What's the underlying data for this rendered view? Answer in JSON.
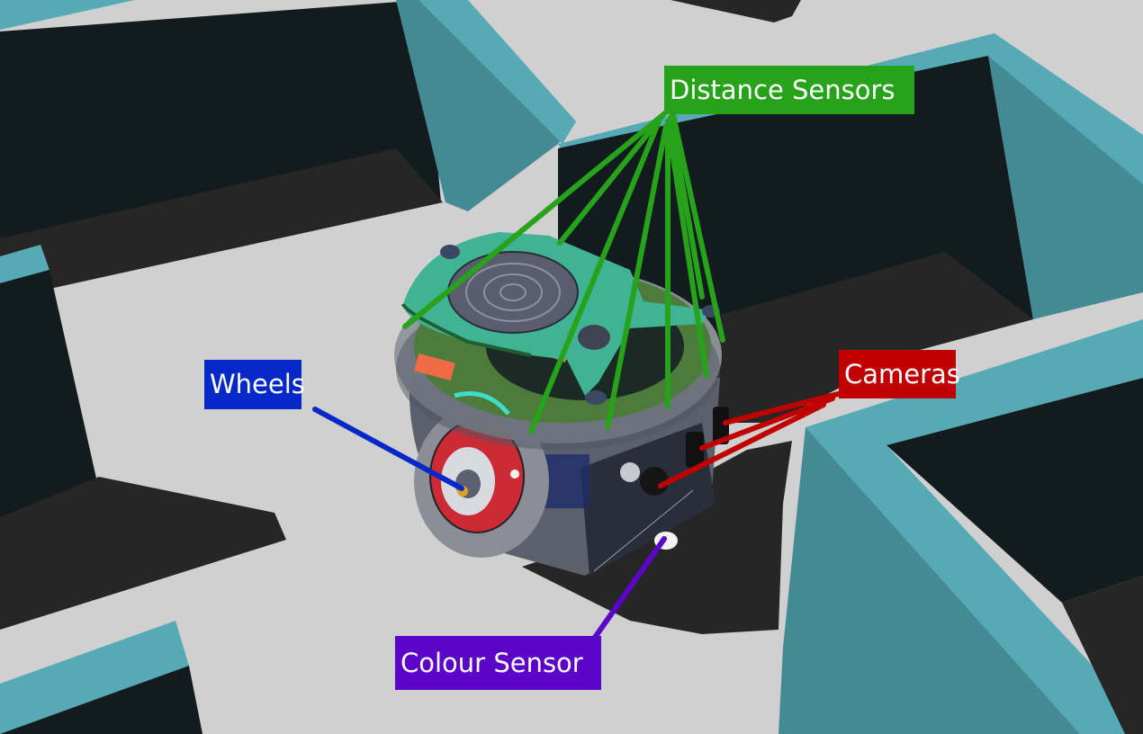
{
  "title": "Robot sensor diagram",
  "labels": {
    "distance_sensors": {
      "text": "Distance Sensors",
      "color": "#27a21b"
    },
    "wheels": {
      "text": "Wheels",
      "color": "#0628c8"
    },
    "cameras": {
      "text": "Cameras",
      "color": "#c00000"
    },
    "colour_sensor": {
      "text": "Colour Sensor",
      "color": "#5b05c8"
    }
  },
  "palette": {
    "floor": "#d0d0d0",
    "wall_top": "#55aab6",
    "wall_side": "#448a95",
    "wall_dark": "#121b1e",
    "shadow": "#262626",
    "pcb_green": "#3fb393",
    "speaker": "#5a5d6e",
    "wheel_red": "#cc2a35",
    "body_gray": "#6d7078"
  }
}
